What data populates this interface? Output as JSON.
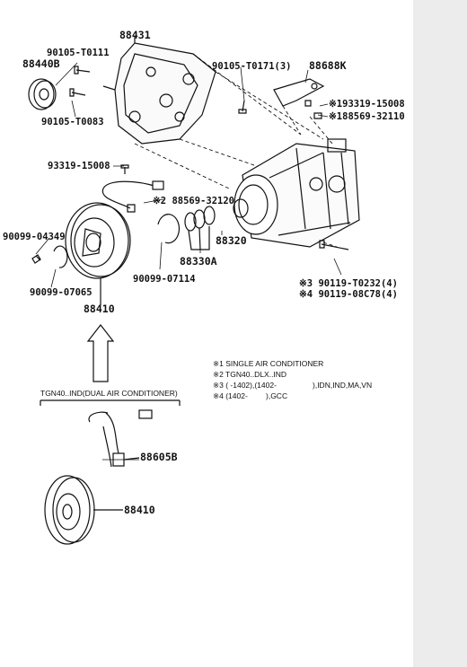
{
  "labels": {
    "p88431": "88431",
    "p88440b": "88440B",
    "p90105_t0111": "90105-T0111",
    "p90105_t0083": "90105-T0083",
    "p90105_t0171": "90105-T0171(3)",
    "p88688k": "88688K",
    "p93319_15008_top": "※193319-15008",
    "p88569_32110": "※188569-32110",
    "p93319_15008": "93319-15008",
    "p88569_32120": "※2 88569-32120",
    "p88320": "88320",
    "p90099_04349": "90099-04349",
    "p88330a": "88330A",
    "p90099_07065": "90099-07065",
    "p90099_07114": "90099-07114",
    "p90119_t0232": "※3 90119-T0232(4)",
    "p90119_08c78": "※4 90119-08C78(4)",
    "p88410_a": "88410",
    "p88605b": "88605B",
    "p88410_b": "88410"
  },
  "notes": {
    "n1": "※1 SINGLE AIR CONDITIONER",
    "n2": "※2 TGN40..DLX..IND",
    "n3a": "※3 (      -1402),(1402-",
    "n3b": "),IDN,IND,MA,VN",
    "n4a": "※4 (1402-",
    "n4b": "),GCC",
    "variant": "TGN40..IND(DUAL AIR CONDITIONER)"
  }
}
